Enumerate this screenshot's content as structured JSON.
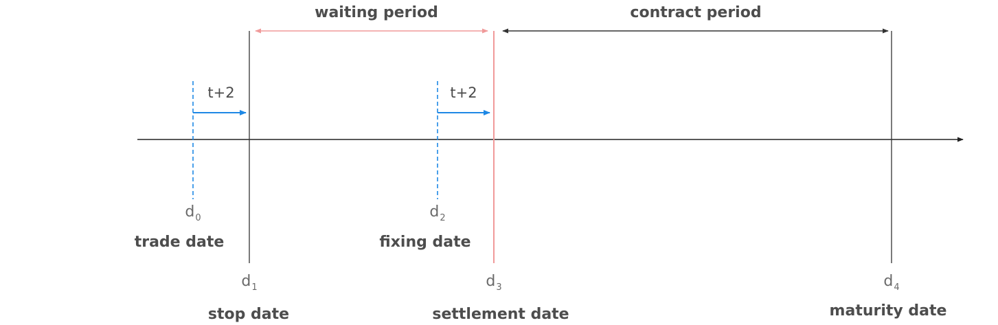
{
  "periods": {
    "waiting": "waiting period",
    "contract": "contract period"
  },
  "offsets": {
    "first": "t+2",
    "second": "t+2"
  },
  "dates": {
    "d0": {
      "symbol": "d",
      "index": "0",
      "label": "trade date"
    },
    "d1": {
      "symbol": "d",
      "index": "1",
      "label": "stop date"
    },
    "d2": {
      "symbol": "d",
      "index": "2",
      "label": "fixing date"
    },
    "d3": {
      "symbol": "d",
      "index": "3",
      "label": "settlement date"
    },
    "d4": {
      "symbol": "d",
      "index": "4",
      "label": "maturity date"
    }
  },
  "colors": {
    "axis": "#222222",
    "date_line": "#333333",
    "settlement_line": "#f09a9a",
    "waiting_arrow": "#f09a9a",
    "contract_arrow": "#333333",
    "offset": "#1e88e5"
  }
}
